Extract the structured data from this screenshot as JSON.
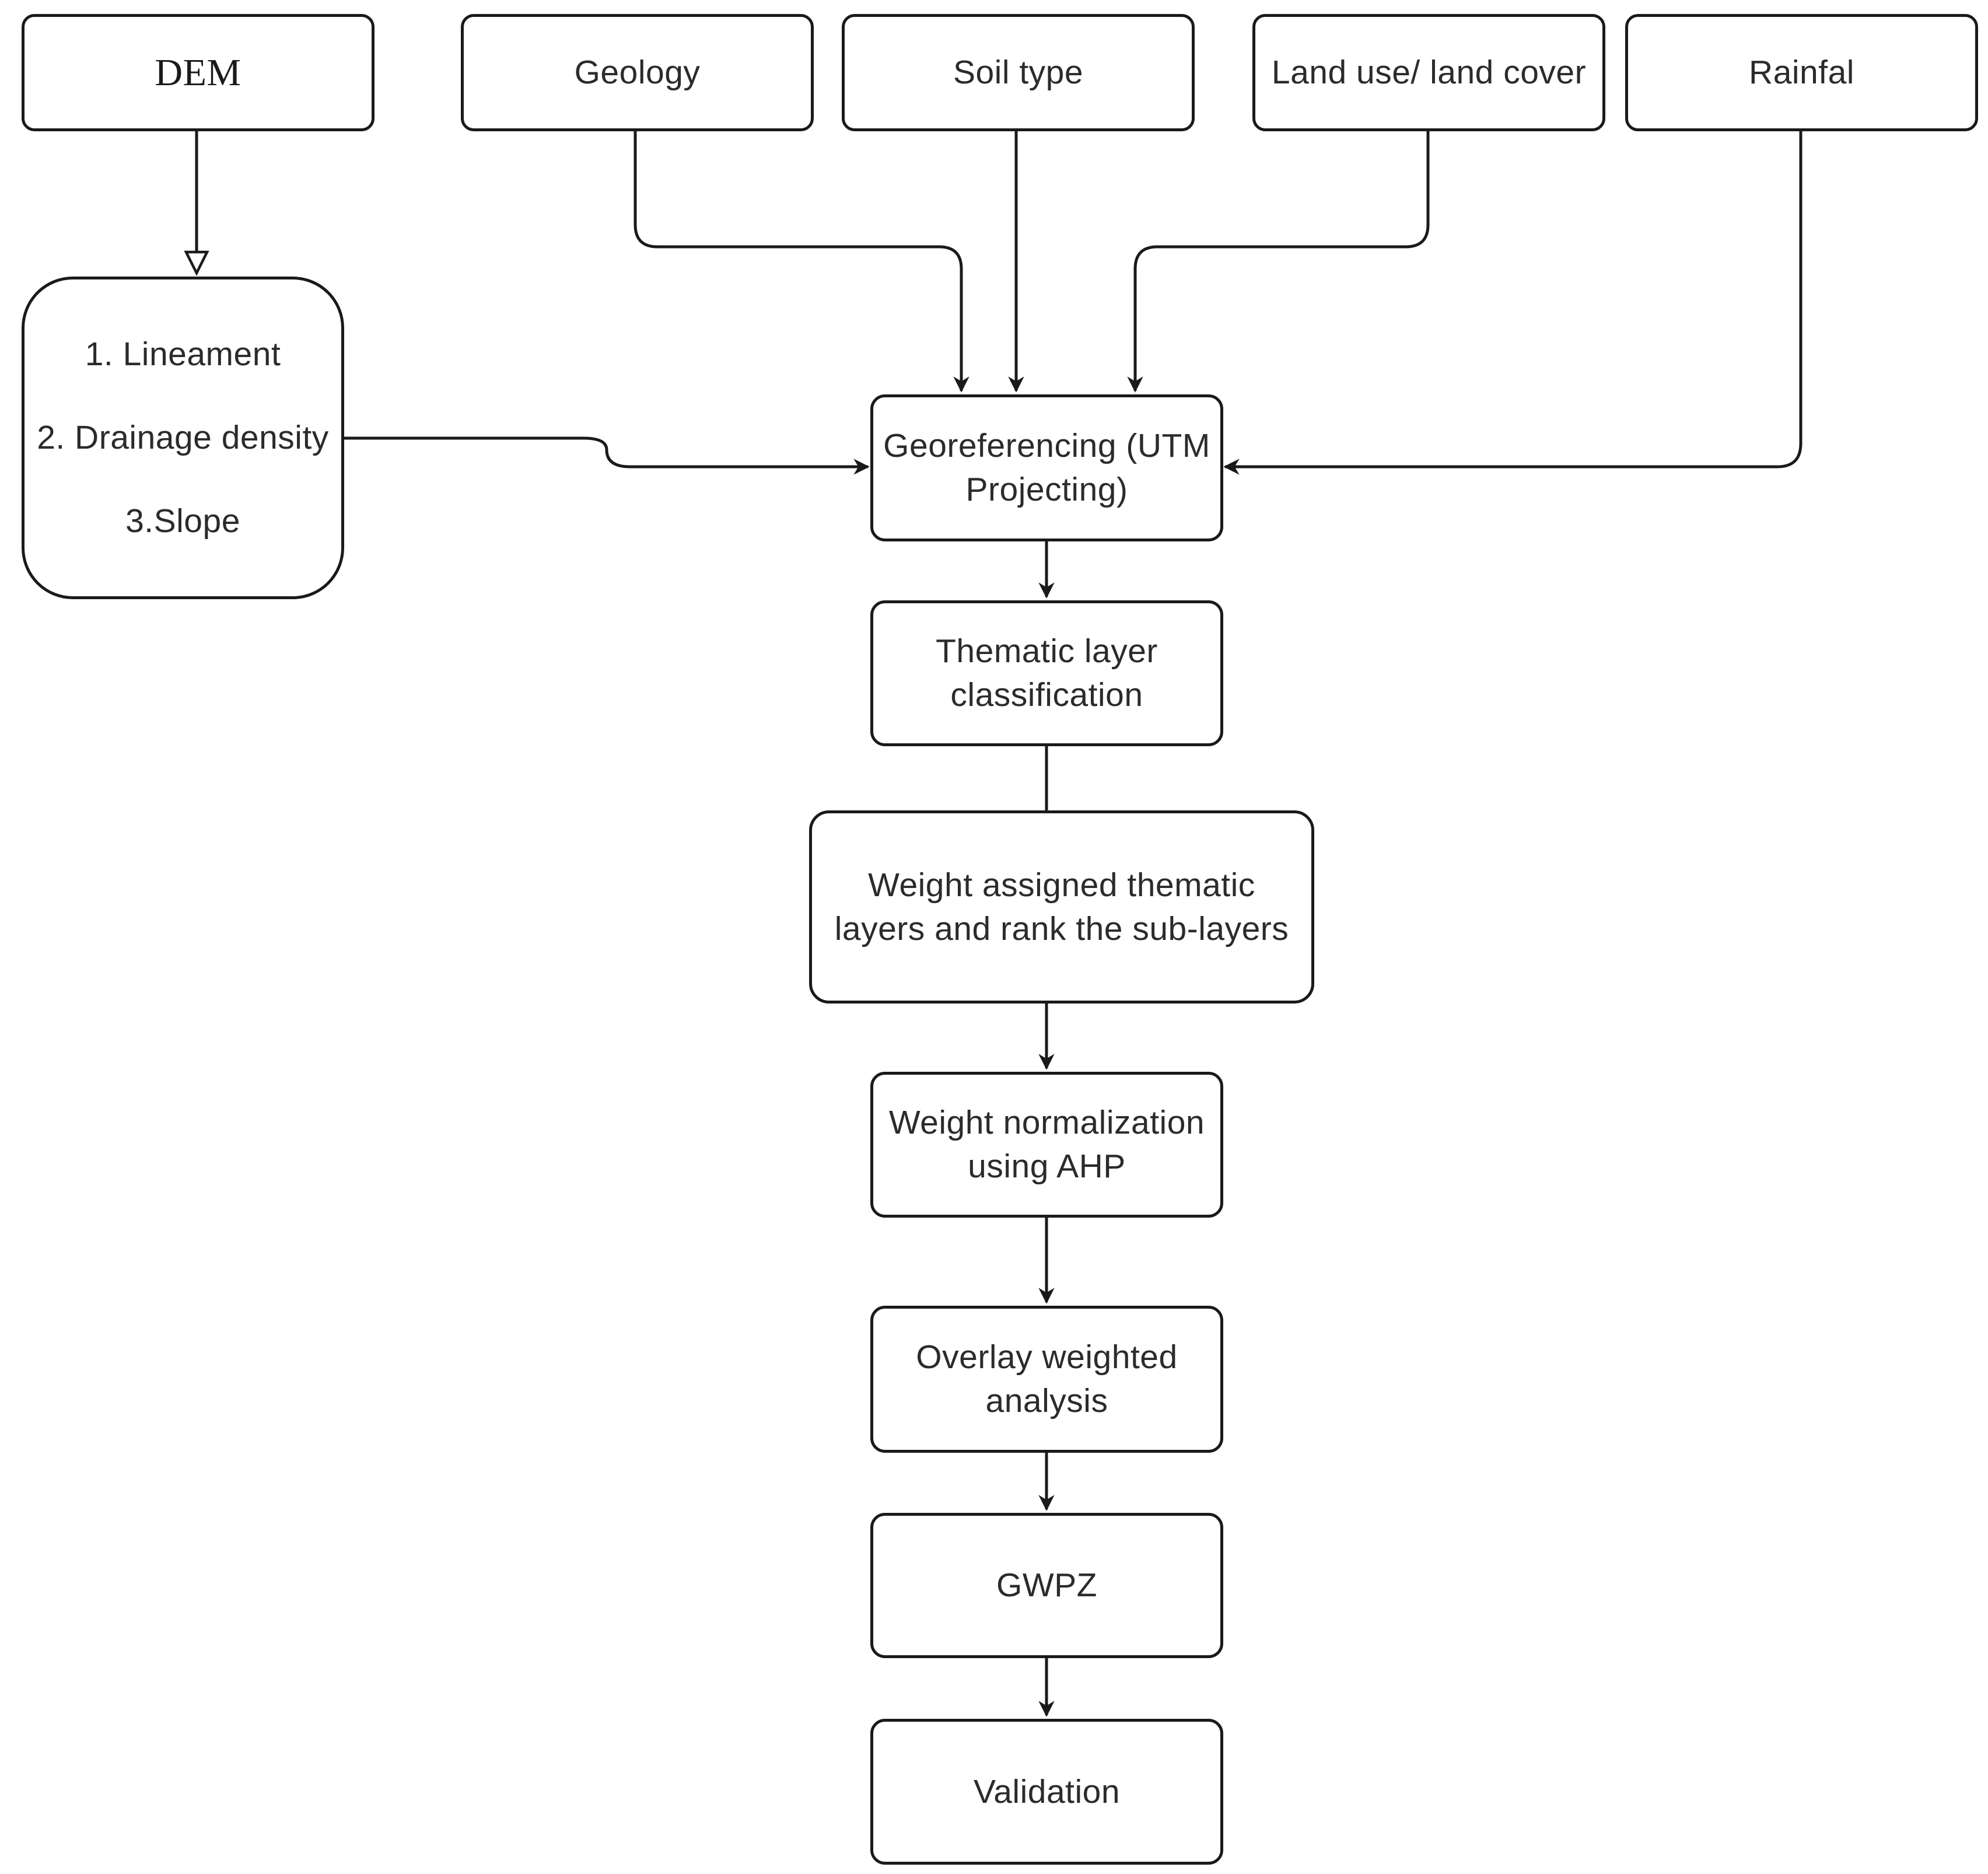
{
  "inputs": {
    "dem": "DEM",
    "geology": "Geology",
    "soil": "Soil type",
    "landuse": "Land use/ land cover",
    "rainfall": "Rainfal"
  },
  "dem_derived": [
    "1. Lineament",
    "2. Drainage density",
    "3.Slope"
  ],
  "steps": {
    "georef": [
      "Georeferencing (UTM",
      "Projecting)"
    ],
    "thematic": [
      "Thematic layer",
      "classification"
    ],
    "weight": [
      "Weight assigned thematic",
      "layers and rank the sub-layers"
    ],
    "normalize": [
      "Weight normalization",
      "using AHP"
    ],
    "overlay": [
      "Overlay weighted",
      "analysis"
    ],
    "gwpz": "GWPZ",
    "validation": "Validation"
  },
  "colors": {
    "stroke": "#1a1a1a",
    "text": "#2b2b2b",
    "background": "#ffffff"
  }
}
